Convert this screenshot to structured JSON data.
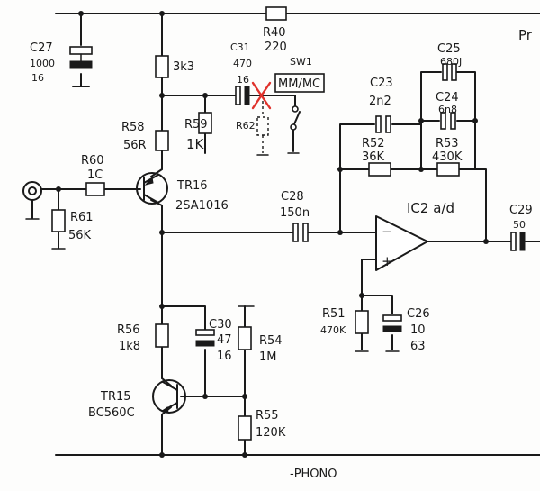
{
  "corner": {
    "text": "Pr"
  },
  "labels": {
    "c27_name": "C27",
    "c27_v1": "1000",
    "c27_v2": "16",
    "r40_name": "R40",
    "r40_val": "220",
    "r3k3": "3k3",
    "c31_name": "C31",
    "c31_v1": "470",
    "c31_v2": "16",
    "sw1_name": "SW1",
    "sw1_mode": "MM/MC",
    "r59_name": "R59",
    "r59_val": "1K",
    "r62_name": "R62",
    "r58_name": "R58",
    "r58_val": "56R",
    "r60_name": "R60",
    "r60_val": "1C",
    "r61_name": "R61",
    "r61_val": "56K",
    "tr16_name": "TR16",
    "tr16_part": "2SA1016",
    "c28_name": "C28",
    "c28_val": "150n",
    "c23_name": "C23",
    "c23_val": "2n2",
    "r52_name": "R52",
    "r52_val": "36K",
    "c25_name": "C25",
    "c25_val": "680J",
    "c24_name": "C24",
    "c24_val": "6n8",
    "r53_name": "R53",
    "r53_val": "430K",
    "ic2": "IC2 a/d",
    "c29_name": "C29",
    "c29_val": "50",
    "r51_name": "R51",
    "r51_val": "470K",
    "c26_name": "C26",
    "c26_v1": "10",
    "c26_v2": "63",
    "r56_name": "R56",
    "r56_val": "1k8",
    "c30_name": "C30",
    "c30_v1": "47",
    "c30_v2": "16",
    "r54_name": "R54",
    "r54_val": "1M",
    "tr15_name": "TR15",
    "tr15_part": "BC560C",
    "r55_name": "R55",
    "r55_val": "120K",
    "phono": "-PHONO",
    "opamp_minus": "−",
    "opamp_plus": "+"
  },
  "colors": {
    "ink": "#1a1a1a",
    "mark": "#e0322c",
    "paper": "#fdfdfc"
  }
}
